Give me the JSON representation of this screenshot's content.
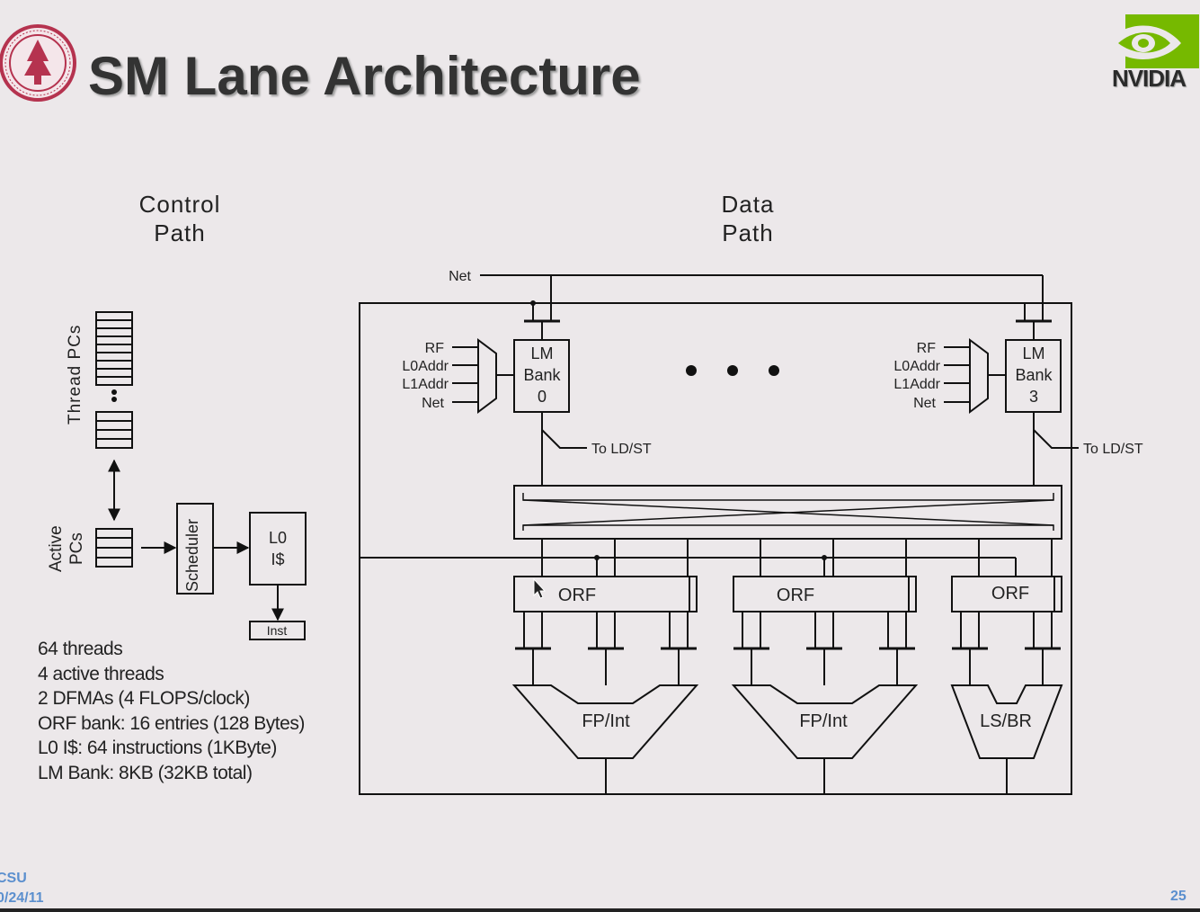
{
  "slide": {
    "title": "SM Lane Architecture",
    "logo_word": "NVIDIA",
    "page_number": "25",
    "footer_line1": "CSU",
    "footer_line2": "0/24/11"
  },
  "sections": {
    "control_path": "Control\nPath",
    "data_path": "Data\nPath"
  },
  "control": {
    "thread_pcs_label": "Thread PCs",
    "active_pcs_label": "Active\nPCs",
    "scheduler_label": "Scheduler",
    "l0_icache_label": "L0\nI$",
    "inst_label": "Inst"
  },
  "datapath": {
    "net_label": "Net",
    "mux_inputs": [
      "RF",
      "L0Addr",
      "L1Addr",
      "Net"
    ],
    "lm_banks": [
      {
        "line1": "LM",
        "line2": "Bank",
        "line3": "0"
      },
      {
        "line1": "LM",
        "line2": "Bank",
        "line3": "3"
      }
    ],
    "to_ldst_label": "To LD/ST",
    "orf_label": "ORF",
    "alus": [
      "FP/Int",
      "FP/Int",
      "LS/BR"
    ]
  },
  "specs": [
    "64 threads",
    "4 active threads",
    "2 DFMAs (4 FLOPS/clock)",
    "ORF bank: 16 entries (128 Bytes)",
    "L0 I$: 64 instructions (1KByte)",
    "LM Bank: 8KB (32KB total)"
  ],
  "colors": {
    "background": "#ece8ea",
    "seal": "#b5334f",
    "nvidia_green": "#76b900",
    "footer": "#5b8fce"
  }
}
